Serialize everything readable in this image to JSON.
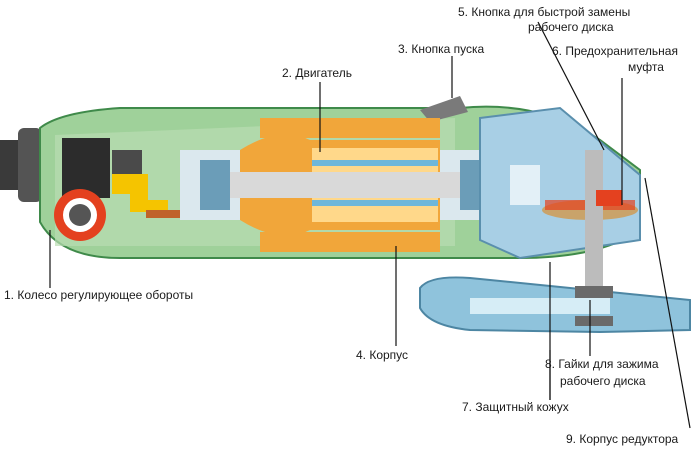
{
  "labels": {
    "l1": "1. Колесо регулирующее обороты",
    "l2": "2. Двигатель",
    "l3": "3. Кнопка пуска",
    "l4": "4. Корпус",
    "l5a": "5. Кнопка для быстрой замены",
    "l5b": "рабочего диска",
    "l6a": "6. Предохранительная",
    "l6b": "муфта",
    "l7": "7. Защитный кожух",
    "l8a": "8. Гайки для зажима",
    "l8b": "рабочего диска",
    "l9": "9. Корпус редуктора"
  },
  "colors": {
    "body_green": "#9fd19a",
    "body_green_dark": "#3f8a4a",
    "motor_orange": "#f1a63a",
    "motor_light": "#ffd88a",
    "gear_blue": "#9cc9e8",
    "guard_blue": "#8fc3dc",
    "wheel_red": "#e4411f",
    "yellow_part": "#f5c400",
    "leader_line": "#111111"
  }
}
